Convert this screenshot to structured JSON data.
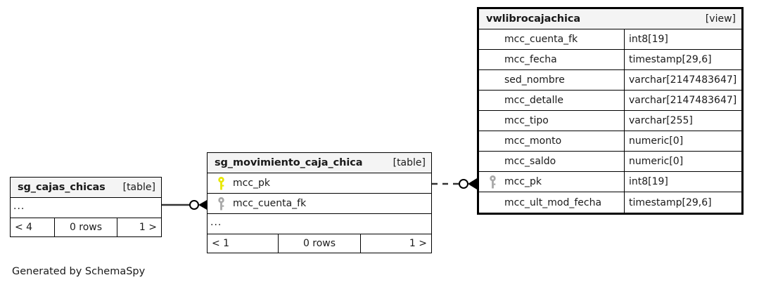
{
  "diagram": {
    "generator_note": "Generated by SchemaSpy",
    "colors": {
      "header_bg": "#f4f4f4",
      "border": "#000000",
      "primary_key": "#e8e800",
      "foreign_key": "#a8a8a8",
      "background": "#ffffff"
    }
  },
  "entities": {
    "left_table": {
      "name": "sg_cajas_chicas",
      "kind": "[table]",
      "ellipsis": "...",
      "footer": {
        "left": "< 4",
        "middle": "0 rows",
        "right": "1 >"
      }
    },
    "middle_table": {
      "name": "sg_movimiento_caja_chica",
      "kind": "[table]",
      "columns": [
        {
          "key": "primary",
          "key_icon": "key-icon-primary",
          "name": "mcc_pk"
        },
        {
          "key": "foreign",
          "key_icon": "key-icon-foreign",
          "name": "mcc_cuenta_fk"
        }
      ],
      "ellipsis": "...",
      "footer": {
        "left": "< 1",
        "middle": "0 rows",
        "right": "1 >"
      }
    },
    "view_entity": {
      "name": "vwlibrocajachica",
      "kind": "[view]",
      "columns": [
        {
          "key": "none",
          "name": "mcc_cuenta_fk",
          "type": "int8[19]"
        },
        {
          "key": "none",
          "name": "mcc_fecha",
          "type": "timestamp[29,6]"
        },
        {
          "key": "none",
          "name": "sed_nombre",
          "type": "varchar[2147483647]"
        },
        {
          "key": "none",
          "name": "mcc_detalle",
          "type": "varchar[2147483647]"
        },
        {
          "key": "none",
          "name": "mcc_tipo",
          "type": "varchar[255]"
        },
        {
          "key": "none",
          "name": "mcc_monto",
          "type": "numeric[0]"
        },
        {
          "key": "none",
          "name": "mcc_saldo",
          "type": "numeric[0]"
        },
        {
          "key": "foreign",
          "key_icon": "key-icon-foreign",
          "name": "mcc_pk",
          "type": "int8[19]"
        },
        {
          "key": "none",
          "name": "mcc_ult_mod_fecha",
          "type": "timestamp[29,6]"
        }
      ]
    }
  },
  "relationships": [
    {
      "id": "rel-cajas-to-movimiento",
      "from": "sg_cajas_chicas",
      "to": "sg_movimiento_caja_chica",
      "style": "solid",
      "source_marker": "circle",
      "target_marker": "crowsfoot"
    },
    {
      "id": "rel-movimiento-to-view",
      "from": "sg_movimiento_caja_chica",
      "to": "vwlibrocajachica",
      "style": "dashed",
      "source_marker": "circle",
      "target_marker": "crowsfoot"
    }
  ]
}
